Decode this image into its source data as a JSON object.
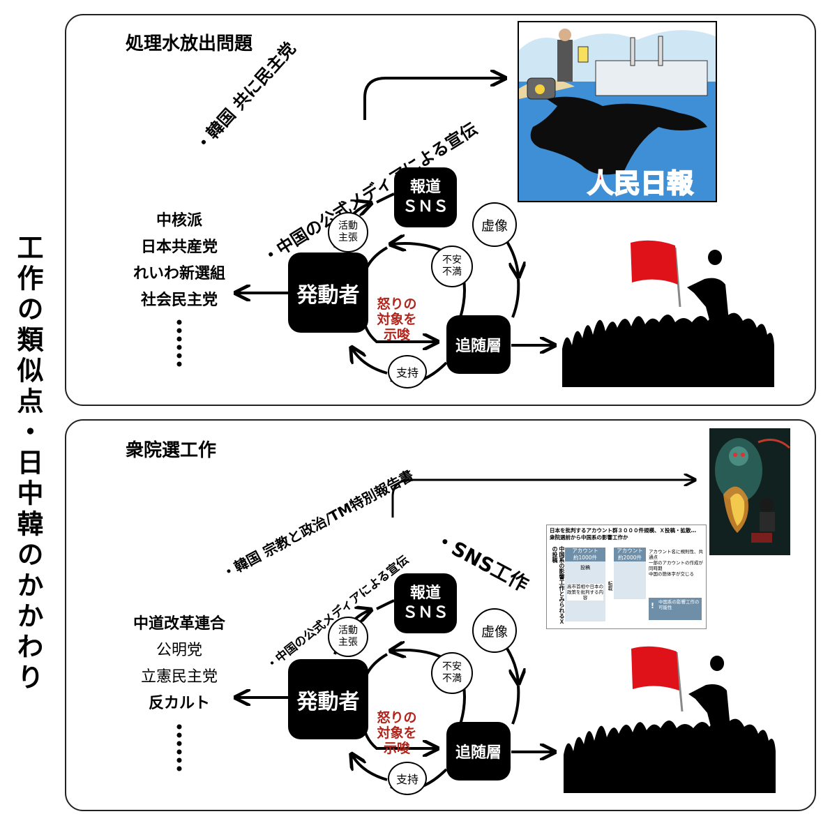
{
  "side_title": "工作の類似点・日中韓のかかわり",
  "panel1": {
    "title": "処理水放出問題",
    "arc_outer": "・韓国 共に民主党",
    "arc_inner": "・中国の公式メディアによる宣伝",
    "parties": [
      "中核派",
      "日本共産党",
      "れいわ新選組",
      "社会民主党"
    ],
    "cycle": {
      "instigator": "発動者",
      "media": "報道\nＳＮＳ",
      "followers": "追随層",
      "activism": "活動\n主張",
      "illusion": "虚像",
      "discontent": "不安\n不満",
      "support": "支持",
      "anger": "怒りの\n対象を\n示唆"
    },
    "image_caption": "人民日報"
  },
  "panel2": {
    "title": "衆院選工作",
    "arc_outer": "・韓国 宗教と政治/TM特別報告書",
    "arc_inner": "・中国の公式メディアによる宣伝",
    "sns_label": "・SNS工作",
    "parties_bold": "中道改革連合",
    "parties_normal": [
      "公明党",
      "立憲民主党"
    ],
    "parties_bold2": "反カルト",
    "cycle": {
      "instigator": "発動者",
      "media": "報道\nＳＮＳ",
      "followers": "追随層",
      "activism": "活動\n主張",
      "illusion": "虚像",
      "discontent": "不安\n不満",
      "support": "支持",
      "anger": "怒りの\n対象を\n示唆"
    },
    "article": {
      "headline": "日本を批判するアカウント群３０００件規模、Ｘ投稿・拡散…",
      "subhead": "衆院選前から中国系の影響工作か",
      "side_caption": "中国系の影響工作とみられるＸの投稿",
      "box1_title": "アカウント",
      "box1_count": "約1000件",
      "box1_action": "投稿",
      "box1_content": "高市首相や日本の政策を批判する内容",
      "spread": "転載",
      "box2_title": "アカウント",
      "box2_count": "約2000件",
      "bullets": [
        "アカウント名に規則性、共通点",
        "一部のアカウントの作成が同時期",
        "中国の簡体字が交じる"
      ],
      "warning": "中国系の影響工作の可能性"
    }
  },
  "colors": {
    "red_text": "#b1251c",
    "flag": "#e01219",
    "sea": "#3f8fd6",
    "sky": "#cfe6f4"
  }
}
